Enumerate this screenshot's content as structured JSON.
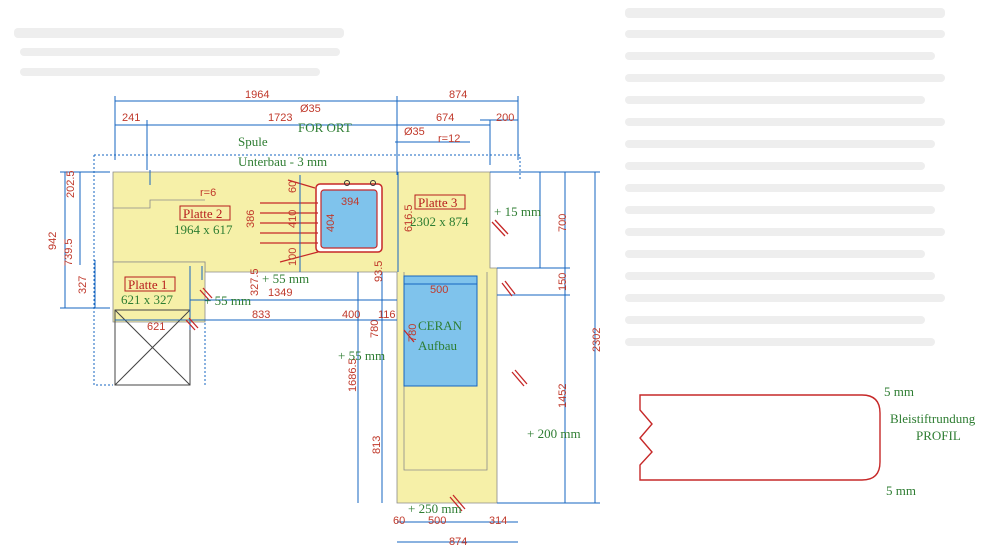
{
  "dims": {
    "top_1964": "1964",
    "top_874": "874",
    "phi35_a": "Ø35",
    "phi35_b": "Ø35",
    "d_1723": "1723",
    "d_674": "674",
    "d_241": "241",
    "d_200": "200",
    "r12": "r=12",
    "r6": "r=6",
    "sink_394": "394",
    "sink_386": "386",
    "sink_410": "410",
    "sink_404": "404",
    "d_60a": "60",
    "d_100": "100",
    "left_942": "942",
    "left_739_5": "739.5",
    "left_202_5": "202.5",
    "left_327": "327",
    "d_327_5": "327.5",
    "d_1349": "1349",
    "d_833": "833",
    "d_400": "400",
    "d_116": "116",
    "d_621": "621",
    "d_93_5": "93.5",
    "d_780a": "780",
    "d_780b": "780",
    "d_500a": "500",
    "d_616_5": "616.5",
    "d_700": "700",
    "d_150": "150",
    "d_2302": "2302",
    "d_1452": "1452",
    "d_1686_5": "1686.5",
    "d_813": "813",
    "bot_60": "60",
    "bot_500": "500",
    "bot_314": "314",
    "bot_874": "874",
    "prof_5a": "5 mm",
    "prof_5b": "5 mm"
  },
  "labels": {
    "for_ort": "FOR ORT",
    "spule": "Spule",
    "unterbau": "Unterbau - 3 mm",
    "platte2": "Platte 2",
    "platte2_size": "1964 x 617",
    "platte1": "Platte 1",
    "platte1_size": "621 x 327",
    "platte3": "Platte 3",
    "platte3_size": "2302 x 874",
    "plus55a": "+ 55 mm",
    "plus55b": "+ 55 mm",
    "plus55c": "+ 55 mm",
    "plus15": "+ 15 mm",
    "plus200": "+ 200 mm",
    "plus250": "+ 250 mm",
    "ceran": "CERAN",
    "aufbau": "Aufbau",
    "bleistift": "Bleistiftrundung",
    "profil": "PROFIL"
  },
  "colors": {
    "counter": "#f6f0a8",
    "sink": "#7fc3ec",
    "dimension": "#c0392b",
    "label": "#2e7d32",
    "outline": "#1565c0",
    "platte_box": "#b71c1c"
  }
}
